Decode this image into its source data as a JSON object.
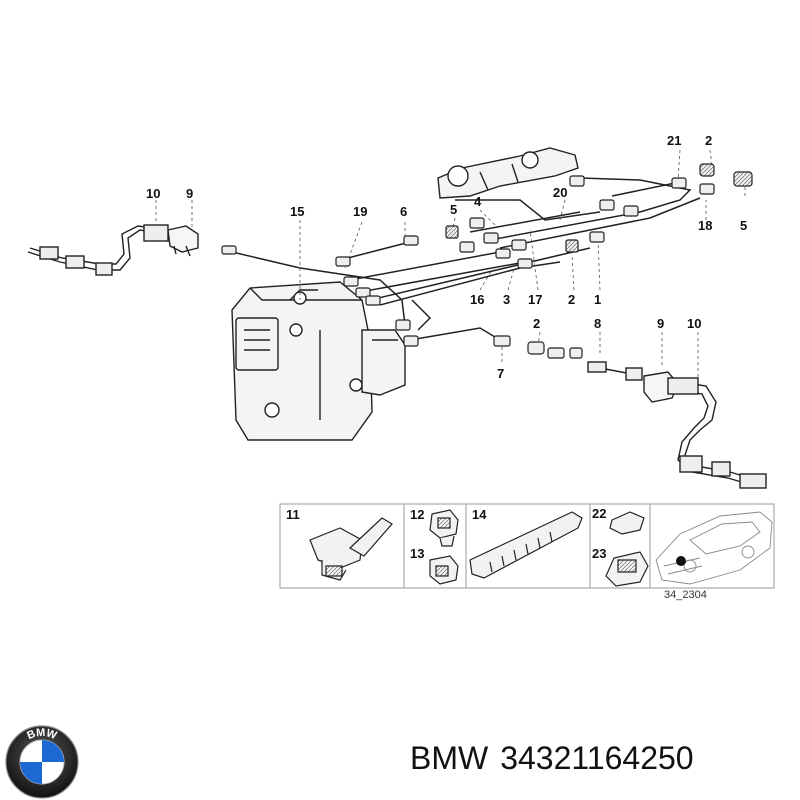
{
  "diagram": {
    "callouts": {
      "c10a": "10",
      "c9a": "9",
      "c15": "15",
      "c19": "19",
      "c6": "6",
      "c5a": "5",
      "c4": "4",
      "c20": "20",
      "c21": "21",
      "c2a": "2",
      "c18": "18",
      "c5b": "5",
      "c16": "16",
      "c3": "3",
      "c17": "17",
      "c2b": "2",
      "c1": "1",
      "c2c": "2",
      "c8": "8",
      "c9b": "9",
      "c10b": "10",
      "c7": "7",
      "c11": "11",
      "c12": "12",
      "c13": "13",
      "c14": "14",
      "c22": "22",
      "c23": "23"
    },
    "reference_code": "34_2304"
  },
  "caption": {
    "brand": "BMW",
    "part_number": "34321164250"
  },
  "colors": {
    "line": "#222222",
    "part_fill": "#f2f2f2",
    "frame": "#9a9a9a",
    "logo_blue": "#1c69d4"
  },
  "logo": {
    "icon": "bmw-roundel-icon",
    "letters": "BMW"
  }
}
